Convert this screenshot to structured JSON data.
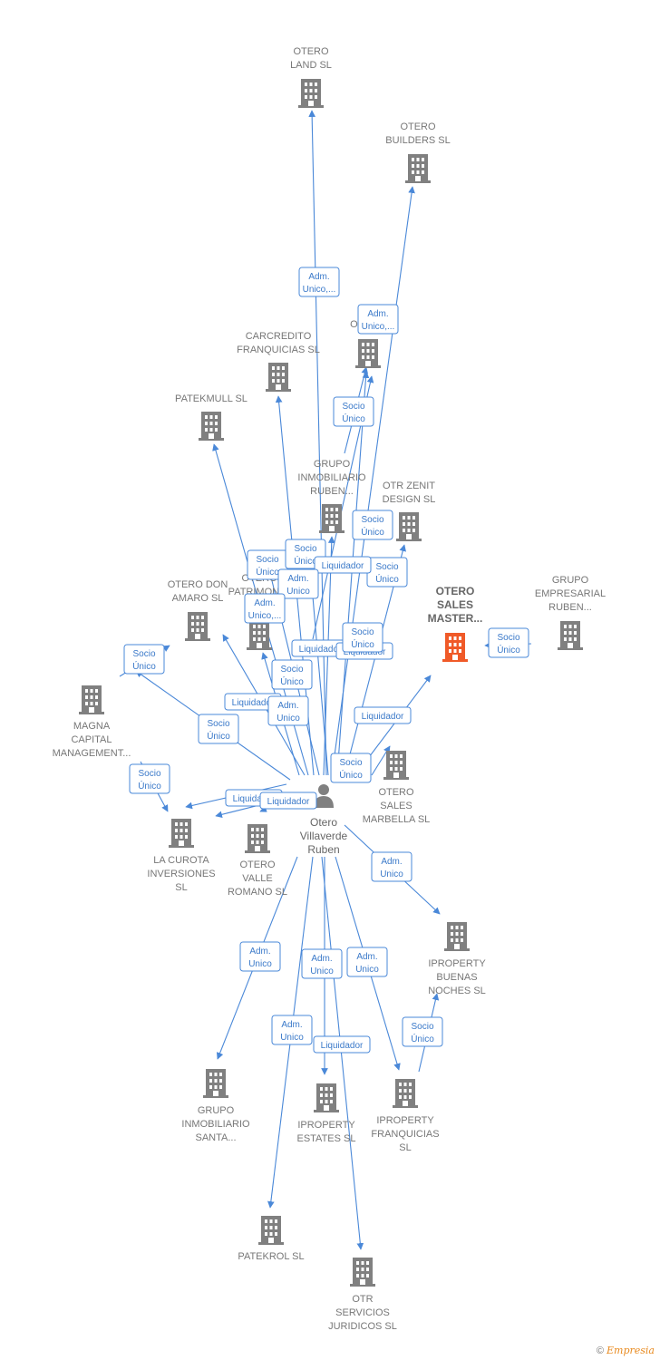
{
  "colors": {
    "edge": "#4a88d8",
    "node": "#808080",
    "highlight": "#f05a28",
    "label_border": "#4a88d8"
  },
  "person": {
    "id": "person",
    "lines": [
      "Otero",
      "Villaverde",
      "Ruben"
    ]
  },
  "nodes": [
    {
      "id": "otero_land",
      "lines": [
        "OTERO",
        "LAND  SL"
      ]
    },
    {
      "id": "otero_builders",
      "lines": [
        "OTERO",
        "BUILDERS  SL"
      ]
    },
    {
      "id": "oter_hidden",
      "lines": [
        "OTER..."
      ]
    },
    {
      "id": "carcredito",
      "lines": [
        "CARCREDITO",
        "FRANQUICIAS SL"
      ]
    },
    {
      "id": "patekmull",
      "lines": [
        "PATEKMULL  SL"
      ]
    },
    {
      "id": "grupo_ruben",
      "lines": [
        "GRUPO",
        "INMOBILIARIO",
        "RUBEN..."
      ]
    },
    {
      "id": "otr_zenit",
      "lines": [
        "OTR ZENIT",
        "DESIGN  SL"
      ]
    },
    {
      "id": "otero_sales_master",
      "lines": [
        "OTERO",
        "SALES",
        "MASTER..."
      ],
      "highlight": true
    },
    {
      "id": "grupo_empresarial",
      "lines": [
        "GRUPO",
        "EMPRESARIAL",
        "RUBEN..."
      ]
    },
    {
      "id": "otero_don_amaro",
      "lines": [
        "OTERO DON",
        "AMARO  SL"
      ]
    },
    {
      "id": "otero_patrimonio",
      "lines": [
        "OTERO",
        "PATRIMONI..."
      ]
    },
    {
      "id": "magna",
      "lines": [
        "MAGNA",
        "CAPITAL",
        "MANAGEMENT..."
      ]
    },
    {
      "id": "otero_marbella",
      "lines": [
        "OTERO",
        "SALES",
        "MARBELLA  SL"
      ]
    },
    {
      "id": "la_curota",
      "lines": [
        "LA CUROTA",
        "INVERSIONES",
        "SL"
      ]
    },
    {
      "id": "otero_valle",
      "lines": [
        "OTERO",
        "VALLE",
        "ROMANO  SL"
      ]
    },
    {
      "id": "iproperty_buenas",
      "lines": [
        "IPROPERTY",
        "BUENAS",
        "NOCHES  SL"
      ]
    },
    {
      "id": "grupo_santa",
      "lines": [
        "GRUPO",
        "INMOBILIARIO",
        "SANTA..."
      ]
    },
    {
      "id": "iproperty_estates",
      "lines": [
        "IPROPERTY",
        "ESTATES  SL"
      ]
    },
    {
      "id": "iproperty_franquicias",
      "lines": [
        "IPROPERTY",
        "FRANQUICIAS",
        "SL"
      ]
    },
    {
      "id": "patekrol",
      "lines": [
        "PATEKROL  SL"
      ]
    },
    {
      "id": "otr_servicios",
      "lines": [
        "OTR",
        "SERVICIOS",
        "JURIDICOS  SL"
      ]
    }
  ],
  "edge_labels": [
    {
      "id": "l1",
      "lines": [
        "Adm.",
        "Unico,..."
      ]
    },
    {
      "id": "l2",
      "lines": [
        "Adm.",
        "Unico,..."
      ]
    },
    {
      "id": "l3",
      "lines": [
        "Socio",
        "Único"
      ]
    },
    {
      "id": "l4",
      "lines": [
        "Socio",
        "Único"
      ]
    },
    {
      "id": "l5",
      "lines": [
        "Socio",
        "Único"
      ]
    },
    {
      "id": "l6",
      "lines": [
        "Socio",
        "Único"
      ]
    },
    {
      "id": "l7",
      "lines": [
        "Socio",
        "Único"
      ]
    },
    {
      "id": "l8",
      "lines": [
        "Liquidador"
      ]
    },
    {
      "id": "l9",
      "lines": [
        "Socio",
        "Único"
      ]
    },
    {
      "id": "l10",
      "lines": [
        "Adm.",
        "Unico"
      ]
    },
    {
      "id": "l11",
      "lines": [
        "Adm.",
        "Unico,..."
      ]
    },
    {
      "id": "l12",
      "lines": [
        "Socio",
        "Único"
      ]
    },
    {
      "id": "l13",
      "lines": [
        "Liquidador"
      ]
    },
    {
      "id": "l14",
      "lines": [
        "Liquidador"
      ]
    },
    {
      "id": "l15",
      "lines": [
        "Socio",
        "Único"
      ]
    },
    {
      "id": "l16",
      "lines": [
        "Socio",
        "Único"
      ]
    },
    {
      "id": "l17",
      "lines": [
        "Liquidador"
      ]
    },
    {
      "id": "l18",
      "lines": [
        "Adm.",
        "Unico"
      ]
    },
    {
      "id": "l19",
      "lines": [
        "Socio",
        "Único"
      ]
    },
    {
      "id": "l20",
      "lines": [
        "Liquidador"
      ]
    },
    {
      "id": "l21",
      "lines": [
        "Socio",
        "Único"
      ]
    },
    {
      "id": "l22",
      "lines": [
        "Liquidador"
      ]
    },
    {
      "id": "l23",
      "lines": [
        "Liquidador"
      ]
    },
    {
      "id": "l24",
      "lines": [
        "Adm.",
        "Unico"
      ]
    },
    {
      "id": "l25",
      "lines": [
        "Adm.",
        "Unico"
      ]
    },
    {
      "id": "l26",
      "lines": [
        "Adm.",
        "Unico"
      ]
    },
    {
      "id": "l27",
      "lines": [
        "Adm.",
        "Unico"
      ]
    },
    {
      "id": "l28",
      "lines": [
        "Socio",
        "Único"
      ]
    },
    {
      "id": "l29",
      "lines": [
        "Adm.",
        "Unico"
      ]
    },
    {
      "id": "l30",
      "lines": [
        "Liquidador"
      ]
    },
    {
      "id": "l31",
      "lines": [
        "Socio",
        "Único"
      ]
    }
  ],
  "footer": {
    "copyright": "©",
    "brand": "Empresia"
  }
}
